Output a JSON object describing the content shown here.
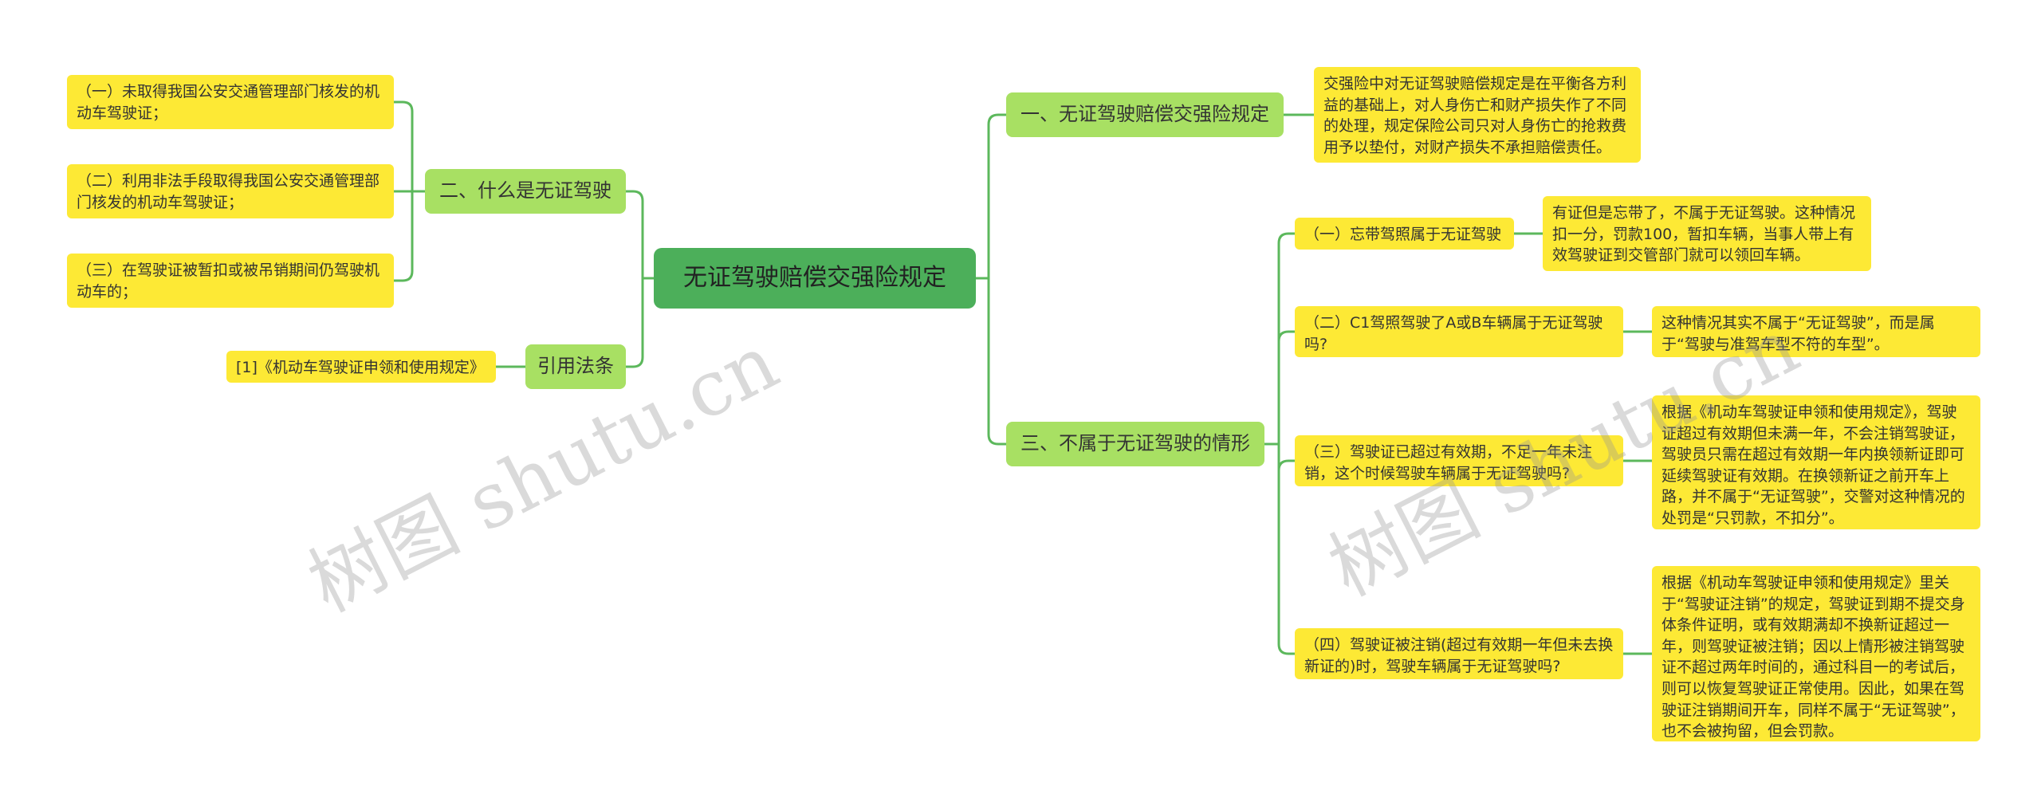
{
  "root": {
    "label": "无证驾驶赔偿交强险规定"
  },
  "branches": {
    "compensation": {
      "label": "一、无证驾驶赔偿交强险规定",
      "detail": "交强险中对无证驾驶赔偿规定是在平衡各方利益的基础上，对人身伤亡和财产损失作了不同的处理，规定保险公司只对人身伤亡的抢救费用予以垫付，对财产损失不承担赔偿责任。"
    },
    "definition": {
      "label": "二、什么是无证驾驶",
      "items": [
        "（一）未取得我国公安交通管理部门核发的机动车驾驶证；",
        "（二）利用非法手段取得我国公安交通管理部门核发的机动车驾驶证；",
        "（三）在驾驶证被暂扣或被吊销期间仍驾驶机动车的；"
      ]
    },
    "not_unlicensed": {
      "label": "三、不属于无证驾驶的情形",
      "cases": [
        {
          "q": "（一）忘带驾照属于无证驾驶",
          "a": "有证但是忘带了，不属于无证驾驶。这种情况扣一分，罚款100，暂扣车辆，当事人带上有效驾驶证到交管部门就可以领回车辆。"
        },
        {
          "q": "（二）C1驾照驾驶了A或B车辆属于无证驾驶吗?",
          "a": "这种情况其实不属于“无证驾驶”，而是属于“驾驶与准驾车型不符的车型”。"
        },
        {
          "q": "（三）驾驶证已超过有效期，不足一年未注销，这个时候驾驶车辆属于无证驾驶吗?",
          "a": "根据《机动车驾驶证申领和使用规定》，驾驶证超过有效期但未满一年，不会注销驾驶证，驾驶员只需在超过有效期一年内换领新证即可延续驾驶证有效期。在换领新证之前开车上路，并不属于“无证驾驶”，交警对这种情况的处罚是“只罚款，不扣分”。"
        },
        {
          "q": "（四）驾驶证被注销(超过有效期一年但未去换新证的)时，驾驶车辆属于无证驾驶吗?",
          "a": "根据《机动车驾驶证申领和使用规定》里关于“驾驶证注销”的规定，驾驶证到期不提交身体条件证明，或有效期满却不换新证超过一年，则驾驶证被注销；因以上情形被注销驾驶证不超过两年时间的，通过科目一的考试后，则可以恢复驾驶证正常使用。因此，如果在驾驶证注销期间开车，同样不属于“无证驾驶”，也不会被拘留，但会罚款。"
        }
      ]
    },
    "citation": {
      "label": "引用法条",
      "items": [
        "[1]《机动车驾驶证申领和使用规定》"
      ]
    }
  },
  "watermarks": [
    "树图 shutu.cn",
    "树图 shutu.cn"
  ],
  "colors": {
    "root": "#4caf5a",
    "branch": "#a8e063",
    "leaf": "#fde935",
    "line": "#5cb85c"
  }
}
